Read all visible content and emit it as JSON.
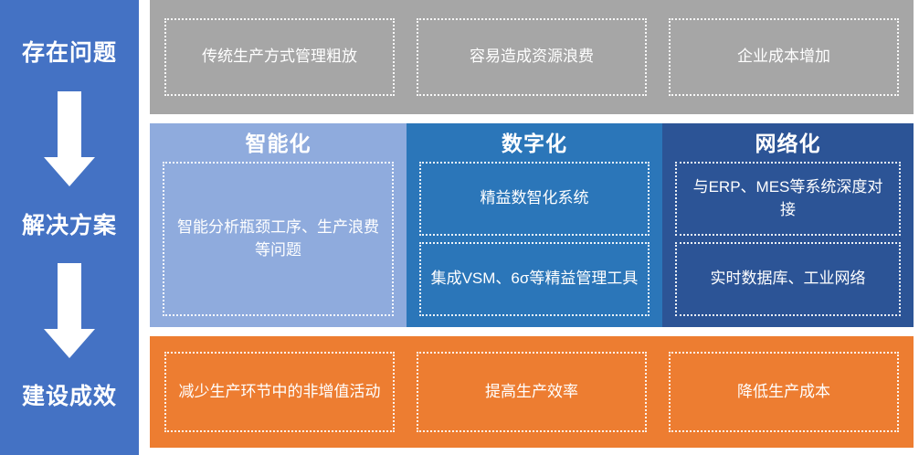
{
  "theme": {
    "rail_color": "#4472c4",
    "problem_band_color": "#a6a6a6",
    "solution_col1_color": "#8fabdd",
    "solution_col2_color": "#2b76b9",
    "solution_col3_color": "#2c5496",
    "effect_band_color": "#ed7d31",
    "text_color": "#ffffff"
  },
  "rail": {
    "stages": [
      {
        "label": "存在问题"
      },
      {
        "label": "解决方案"
      },
      {
        "label": "建设成效"
      }
    ],
    "arrows": [
      {
        "name": "down-arrow-1"
      },
      {
        "name": "down-arrow-2"
      }
    ]
  },
  "problems": {
    "items": [
      {
        "text": "传统生产方式管理粗放"
      },
      {
        "text": "容易造成资源浪费"
      },
      {
        "text": "企业成本增加"
      }
    ]
  },
  "solutions": {
    "columns": [
      {
        "title": "智能化",
        "items": [
          {
            "text": "智能分析瓶颈工序、生产浪费等问题"
          }
        ]
      },
      {
        "title": "数字化",
        "items": [
          {
            "text": "精益数智化系统"
          },
          {
            "text": "集成VSM、6σ等精益管理工具"
          }
        ]
      },
      {
        "title": "网络化",
        "items": [
          {
            "text": "与ERP、MES等系统深度对接"
          },
          {
            "text": "实时数据库、工业网络"
          }
        ]
      }
    ]
  },
  "effects": {
    "items": [
      {
        "text": "减少生产环节中的非增值活动"
      },
      {
        "text": "提高生产效率"
      },
      {
        "text": "降低生产成本"
      }
    ]
  }
}
